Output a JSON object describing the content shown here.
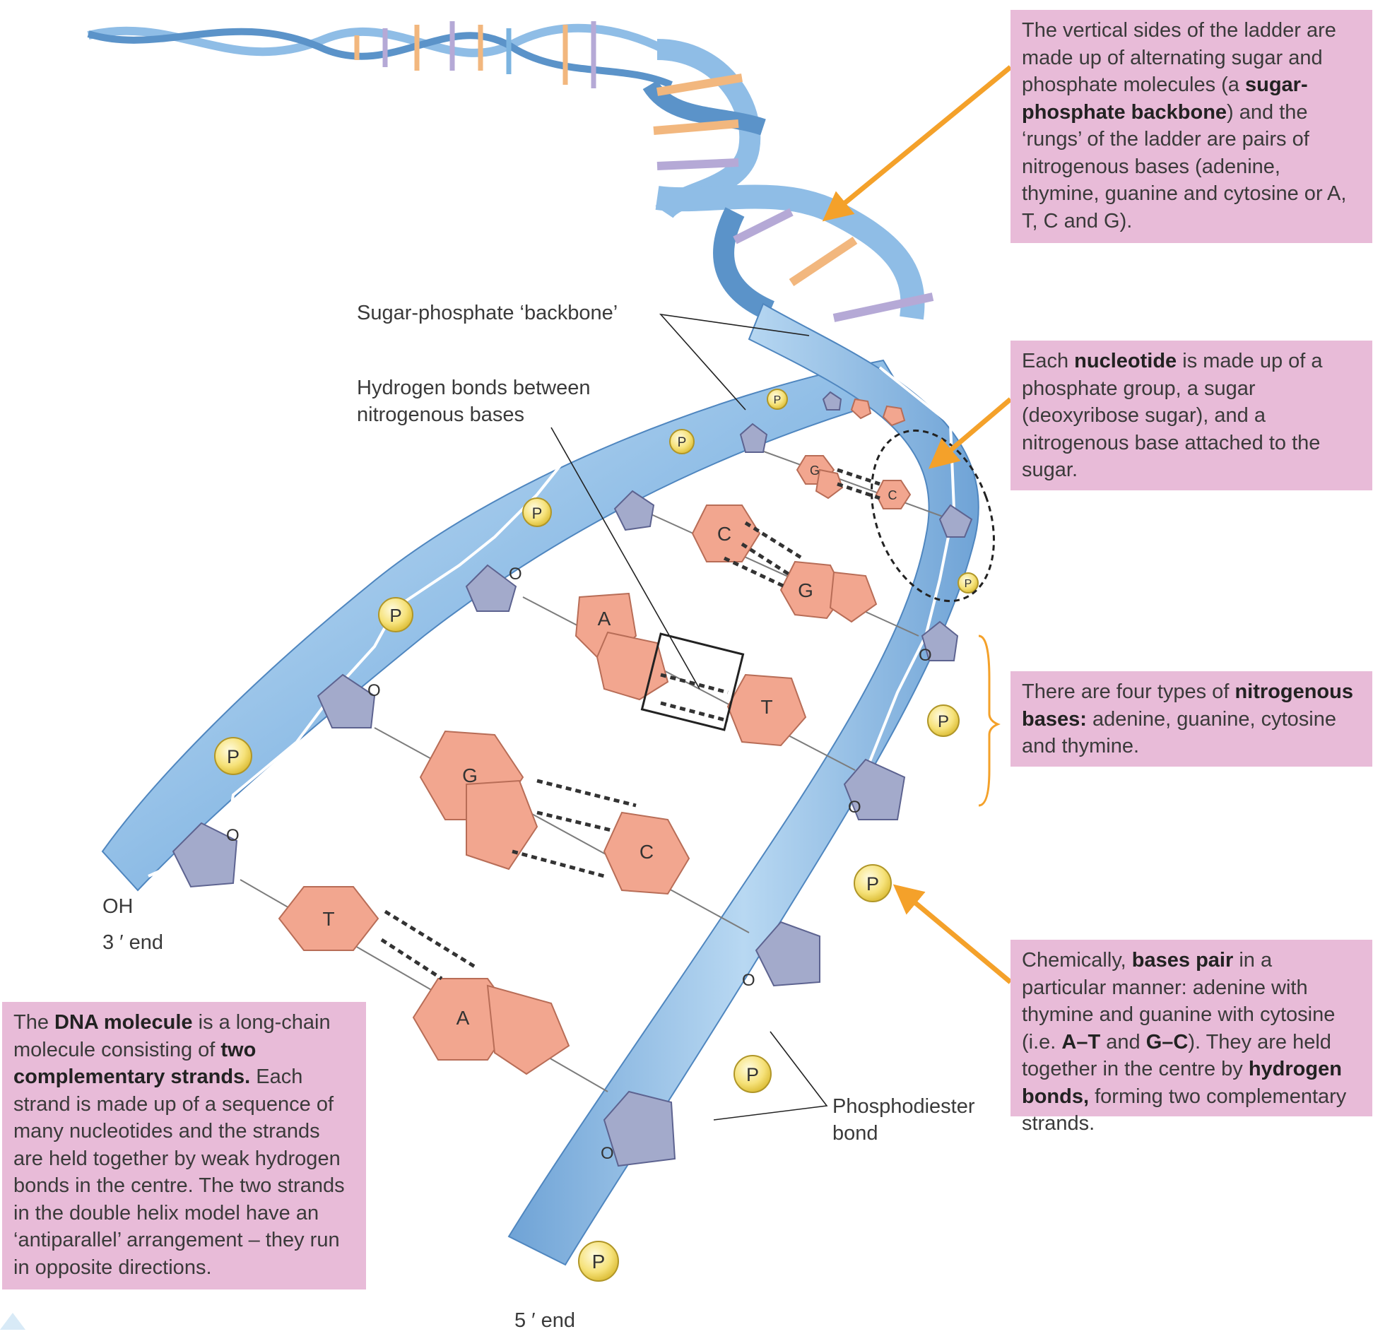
{
  "labels": {
    "backbone": "Sugar-phosphate ‘backbone’",
    "hbonds": "Hydrogen bonds between\nnitrogenous bases",
    "phosphodiester": "Phosphodiester\nbond",
    "oh": "OH",
    "end3": "3 ′ end",
    "end5": "5 ′ end"
  },
  "atoms": {
    "phosphate": "P",
    "oxygen": "O"
  },
  "bases": {
    "adenine": "A",
    "thymine": "T",
    "guanine": "G",
    "cytosine": "C"
  },
  "boxes": {
    "backbone_box": {
      "p1": "The vertical sides of the ladder are made up of alternating sugar and phosphate molecules (a ",
      "b1": "sugar-phosphate backbone",
      "p2": ") and the ‘rungs’ of the ladder are pairs of nitrogenous bases (adenine, thymine, guanine and cytosine or A, T, C and G)."
    },
    "nucleotide_box": {
      "p1": "Each ",
      "b1": "nucleotide",
      "p2": " is made up of a phosphate group, a sugar (deoxyribose sugar), and a nitrogenous base attached to the sugar."
    },
    "bases_box": {
      "p1": "There are four types of ",
      "b1": "nitrogenous bases:",
      "p2": " adenine, guanine, cytosine and thymine."
    },
    "pairing_box": {
      "p1": "Chemically, ",
      "b1": "bases pair",
      "p2": " in a particular manner: adenine with thymine and guanine with cytosine (i.e. ",
      "b2": "A–T",
      "p3": " and ",
      "b3": "G–C",
      "p4": "). They are held together in the centre by ",
      "b4": "hydrogen bonds,",
      "p5": " forming two complementary strands."
    },
    "dna_box": {
      "p1": "The ",
      "b1": "DNA molecule",
      "p2": " is a long-chain molecule consisting of ",
      "b2": "two complementary strands.",
      "p3": " Each strand is made up of a sequence of many nucleotides and the strands are held together by weak hydrogen bonds in the centre. The two strands in the double helix model have an ‘antiparallel’ arrangement – they run in opposite directions."
    }
  },
  "colors": {
    "ribbon": "#8fbde6",
    "ribbon_dark": "#5b93c9",
    "base": "#f2a68f",
    "sugar": "#a3aacb",
    "phosphate": "#f6e27a",
    "arrow": "#f4a12a",
    "box": "#e8bbd8"
  }
}
